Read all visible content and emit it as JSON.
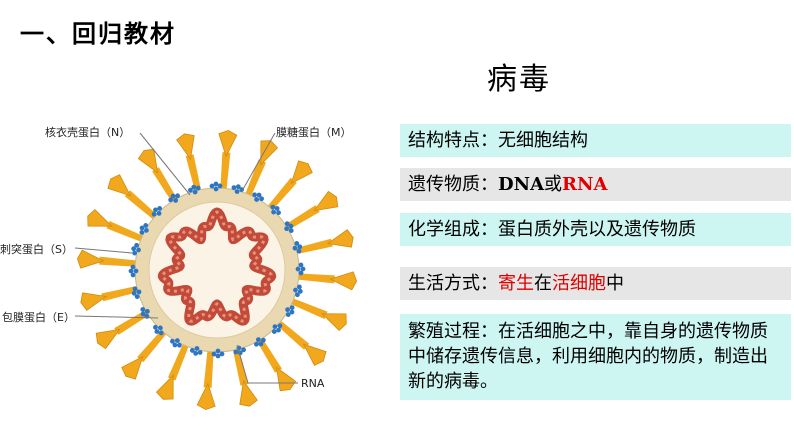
{
  "heading": "一、回归教材",
  "title": "病毒",
  "diagram": {
    "labels": {
      "n": "核衣壳蛋白（N）",
      "m": "膜糖蛋白（M）",
      "s": "刺突蛋白（S）",
      "e": "包膜蛋白（E）",
      "rna": "RNA"
    },
    "colors": {
      "spike": "#f2a81d",
      "envelope": "#ead9b0",
      "core": "#fbf4e6",
      "rna": "#c24a38",
      "protein": "#2f76c2"
    }
  },
  "boxes": {
    "structure": {
      "label": "结构特点：",
      "text": "无细胞结构"
    },
    "genetic": {
      "label": "遗传物质：",
      "dna": "DNA",
      "or": "或",
      "rna": "RNA"
    },
    "chemical": {
      "label": "化学组成：",
      "text": "蛋白质外壳以及遗传物质"
    },
    "life": {
      "label": "生活方式：",
      "parasite": "寄生",
      "in": "在",
      "living": "活细胞",
      "mid": "中"
    },
    "reproduction": {
      "text": "繁殖过程：在活细胞之中，靠自身的遗传物质中储存遗传信息，利用细胞内的物质，制造出新的病毒。"
    }
  }
}
